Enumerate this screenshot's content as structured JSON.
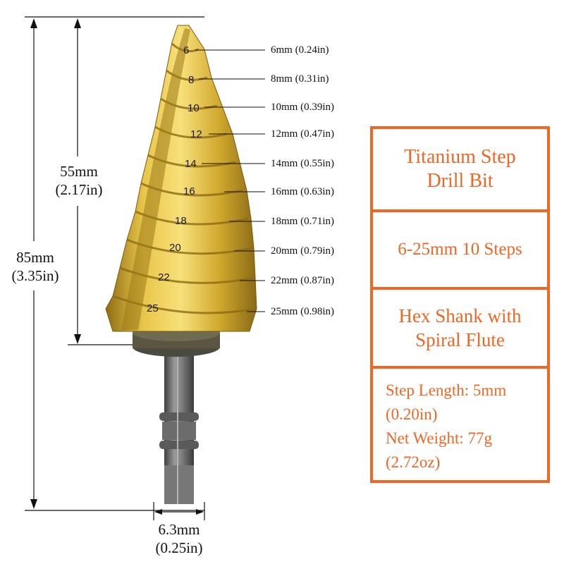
{
  "dimensions": {
    "total_length": [
      "85mm",
      "(3.35in)"
    ],
    "cutting_length": [
      "55mm",
      "(2.17in)"
    ],
    "shank_width": [
      "6.3mm",
      "(0.25in)"
    ]
  },
  "steps": [
    {
      "mark": "6",
      "label": "6mm (0.24in)"
    },
    {
      "mark": "8",
      "label": "8mm (0.31in)"
    },
    {
      "mark": "10",
      "label": "10mm (0.39in)"
    },
    {
      "mark": "12",
      "label": "12mm (0.47in)"
    },
    {
      "mark": "14",
      "label": "14mm (0.55in)"
    },
    {
      "mark": "16",
      "label": "16mm (0.63in)"
    },
    {
      "mark": "18",
      "label": "18mm (0.71in)"
    },
    {
      "mark": "20",
      "label": "20mm (0.79in)"
    },
    {
      "mark": "22",
      "label": "22mm (0.87in)"
    },
    {
      "mark": "25",
      "label": "25mm (0.98in)"
    }
  ],
  "specs": {
    "title": [
      "Titanium Step",
      "Drill Bit"
    ],
    "range": [
      "6-25mm  10 Steps"
    ],
    "shank": [
      "Hex Shank with",
      "Spiral Flute"
    ],
    "details": [
      "Step Length: 5mm",
      "(0.20in)",
      "Net Weight: 77g",
      "(2.72oz)"
    ]
  },
  "colors": {
    "accent": "#f26522",
    "gold_light": "#f2d35c",
    "gold_dark": "#a8841c",
    "shank": "#6f6f6f"
  }
}
